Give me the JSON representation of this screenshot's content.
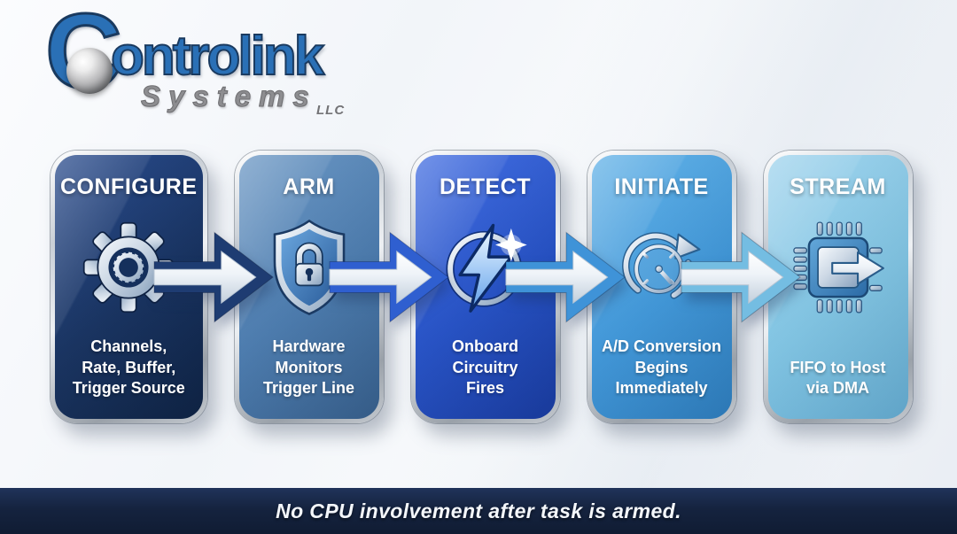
{
  "logo": {
    "initial": "C",
    "rest": "ontrolink",
    "sub": "Systems",
    "suffix": "LLC"
  },
  "flow": {
    "steps": [
      {
        "title": "CONFIGURE",
        "icon": "gear-icon",
        "description": "Channels,\nRate, Buffer,\nTrigger Source",
        "color": "#16315f"
      },
      {
        "title": "ARM",
        "icon": "shield-lock-icon",
        "description": "Hardware\nMonitors\nTrigger Line",
        "color": "#4a7aad"
      },
      {
        "title": "DETECT",
        "icon": "lightning-bolt-icon",
        "description": "Onboard\nCircuitry\nFires",
        "color": "#2450c4"
      },
      {
        "title": "INITIATE",
        "icon": "clock-arrow-icon",
        "description": "A/D Conversion\nBegins\nImmediately",
        "color": "#3f96d8"
      },
      {
        "title": "STREAM",
        "icon": "microchip-dma-icon",
        "description": "FIFO to Host\nvia DMA",
        "color": "#7fc3e2"
      }
    ],
    "arrows": [
      {
        "from": "CONFIGURE",
        "to": "ARM",
        "color": "#1e3c72"
      },
      {
        "from": "ARM",
        "to": "DETECT",
        "color": "#2f5fd0"
      },
      {
        "from": "DETECT",
        "to": "INITIATE",
        "color": "#3f93d8"
      },
      {
        "from": "INITIATE",
        "to": "STREAM",
        "color": "#74bde2"
      }
    ]
  },
  "footer": {
    "note": "No CPU involvement after task is armed."
  },
  "palette": {
    "background": "#f3f6f9",
    "footer_bg": "#15233f",
    "logo_blue": "#2a70b6",
    "logo_gray": "#8d8d90",
    "frame_silver": "#c9cfd6",
    "text_white": "#ffffff"
  }
}
